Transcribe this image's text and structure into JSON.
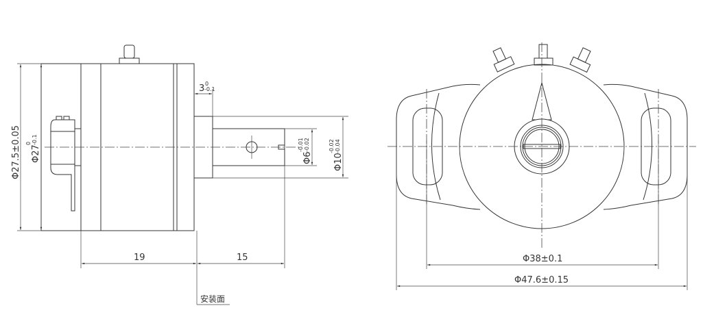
{
  "side_view": {
    "outer_diameter": "Φ27.5±0.05",
    "body_diameter_base": "Φ27",
    "body_diameter_tol_upper": "0",
    "body_diameter_tol_lower": "-0.1",
    "flange_width_base": "3",
    "flange_width_tol_upper": "0",
    "flange_width_tol_lower": "-0.1",
    "shaft_diameter_base": "Φ6",
    "shaft_diameter_tol_upper": "-0.01",
    "shaft_diameter_tol_lower": "-0.02",
    "hub_diameter_base": "Φ10",
    "hub_diameter_tol_upper": "-0.02",
    "hub_diameter_tol_lower": "-0.04",
    "body_length": "19",
    "shaft_length": "15",
    "mounting_face_label": "安装面"
  },
  "front_view": {
    "mounting_hole_spacing": "Φ38±0.1",
    "overall_width": "Φ47.6±0.15"
  }
}
